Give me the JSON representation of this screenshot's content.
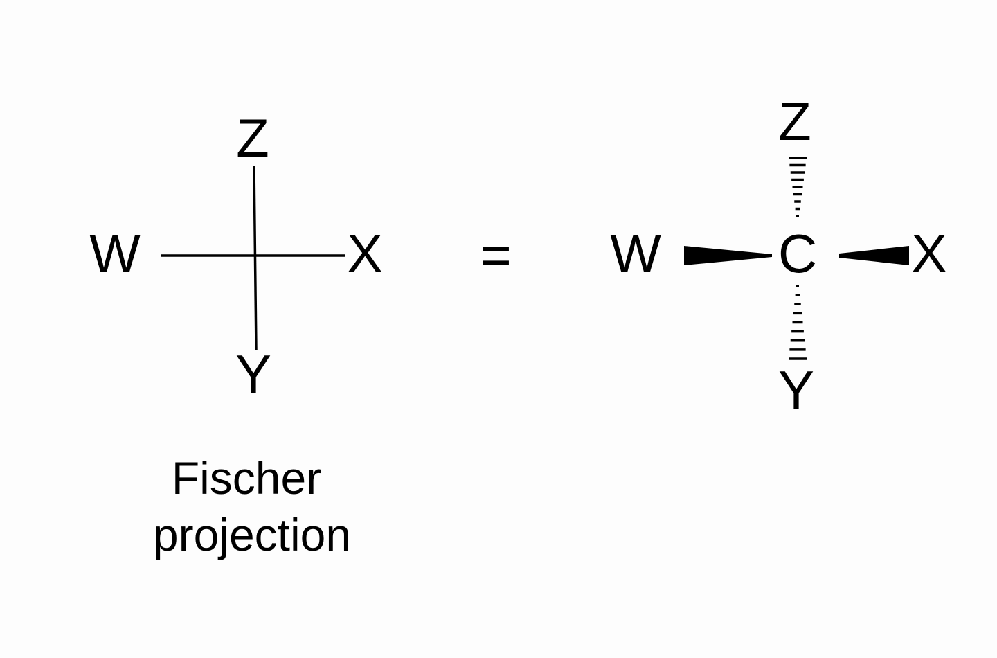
{
  "fischer": {
    "top": "Z",
    "left": "W",
    "right": "X",
    "bottom": "Y",
    "caption_line1": "Fischer",
    "caption_line2": "projection"
  },
  "equals": "=",
  "wedge_dash": {
    "top": "Z",
    "left": "W",
    "center": "C",
    "right": "X",
    "bottom": "Y"
  }
}
